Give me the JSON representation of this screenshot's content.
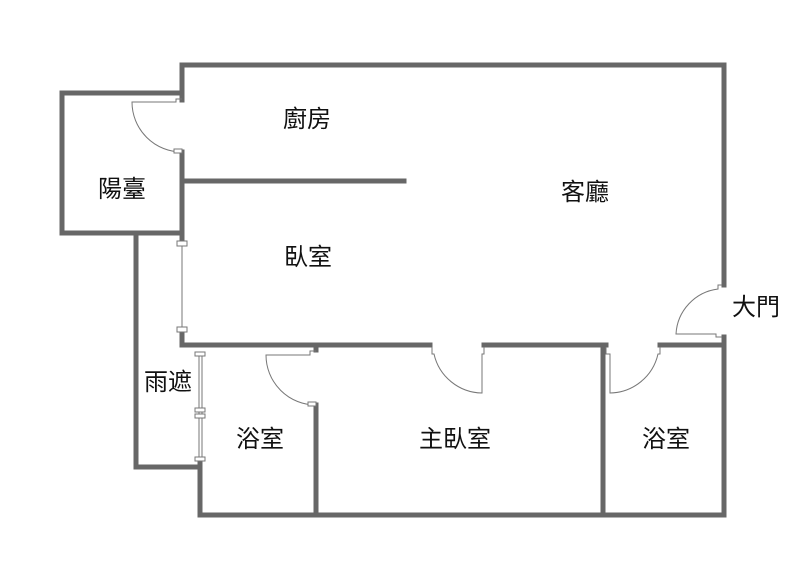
{
  "rooms": {
    "kitchen": "廚房",
    "living_room": "客廳",
    "balcony": "陽臺",
    "bedroom": "臥室",
    "main_door": "大門",
    "awning": "雨遮",
    "bathroom_left": "浴室",
    "master_bedroom": "主臥室",
    "bathroom_right": "浴室"
  },
  "colors": {
    "wall": "#676767",
    "background": "#ffffff"
  }
}
